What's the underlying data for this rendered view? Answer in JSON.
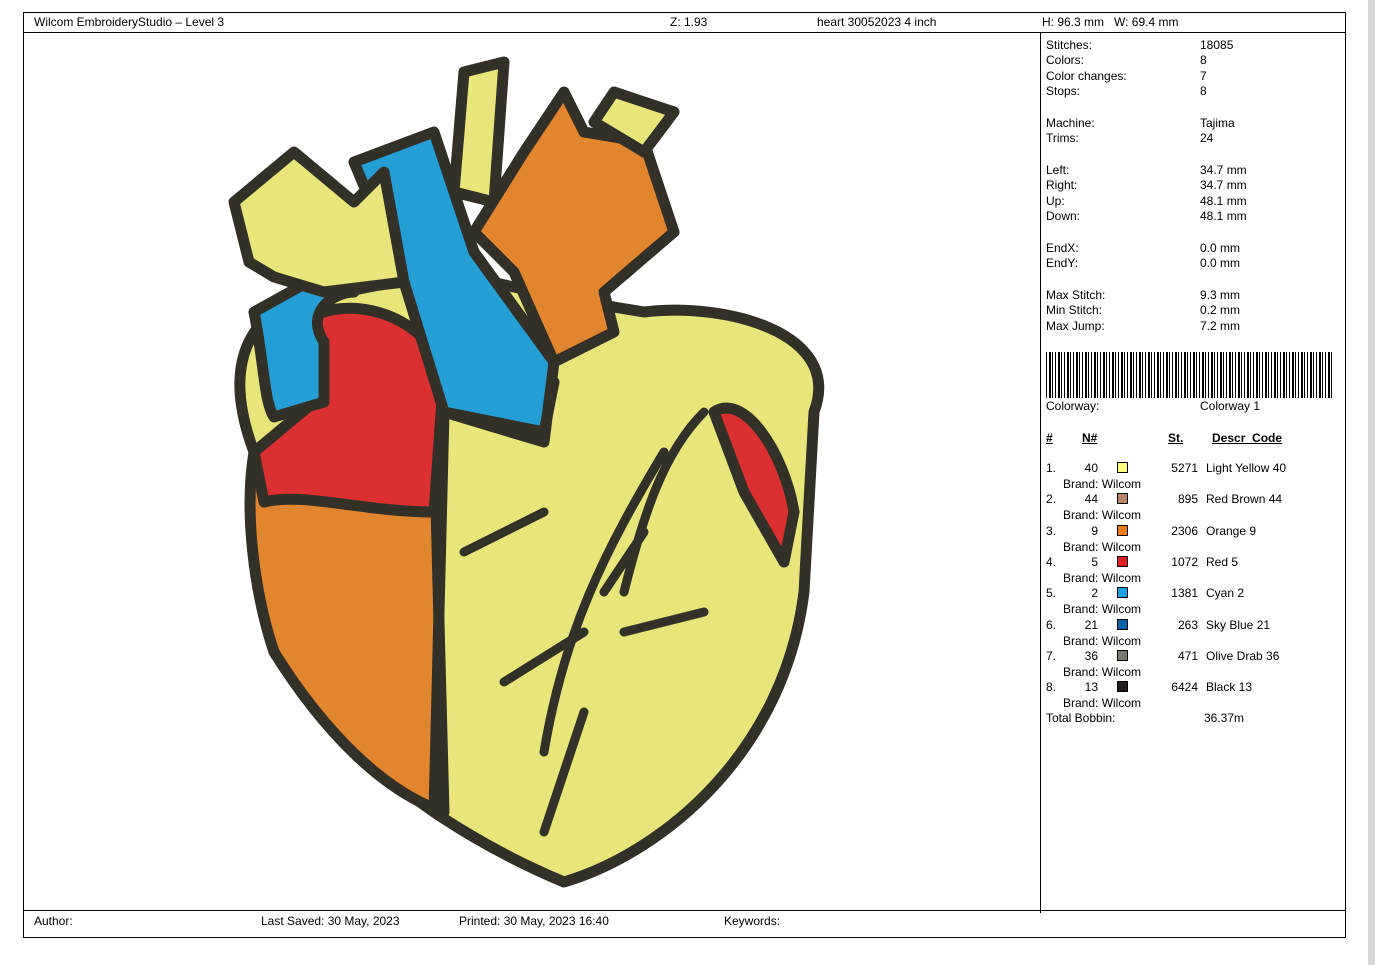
{
  "header": {
    "title": "Wilcom EmbroideryStudio – Level 3",
    "zoom": "Z: 1.93",
    "design_name": "heart 30052023 4 inch",
    "dimensions": "H: 96.3 mm   W: 69.4 mm"
  },
  "stats": [
    {
      "label": "Stitches:",
      "value": "18085"
    },
    {
      "label": "Colors:",
      "value": "8"
    },
    {
      "label": "Color changes:",
      "value": "7"
    },
    {
      "label": "Stops:",
      "value": "8"
    },
    {
      "label": "Machine:",
      "value": "Tajima"
    },
    {
      "label": "Trims:",
      "value": "24"
    },
    {
      "label": "Left:",
      "value": "34.7 mm"
    },
    {
      "label": "Right:",
      "value": "34.7 mm"
    },
    {
      "label": "Up:",
      "value": "48.1 mm"
    },
    {
      "label": "Down:",
      "value": "48.1 mm"
    },
    {
      "label": "EndX:",
      "value": "0.0 mm"
    },
    {
      "label": "EndY:",
      "value": "0.0 mm"
    },
    {
      "label": "Max Stitch:",
      "value": "9.3 mm"
    },
    {
      "label": "Min Stitch:",
      "value": "0.2 mm"
    },
    {
      "label": "Max Jump:",
      "value": "7.2 mm"
    }
  ],
  "colorway": {
    "label": "Colorway:",
    "value": "Colorway 1"
  },
  "table": {
    "headers": {
      "num": "#",
      "n": "N#",
      "st": "St.",
      "descr": "Descr_Code"
    },
    "rows": [
      {
        "idx": "1.",
        "n": "40",
        "color": "#ffff80",
        "st": "5271",
        "descr": "Light Yellow 40",
        "brand": "Brand: Wilcom"
      },
      {
        "idx": "2.",
        "n": "44",
        "color": "#b88566",
        "st": "895",
        "descr": "Red Brown 44",
        "brand": "Brand: Wilcom"
      },
      {
        "idx": "3.",
        "n": "9",
        "color": "#ea7c1c",
        "st": "2306",
        "descr": "Orange 9",
        "brand": "Brand: Wilcom"
      },
      {
        "idx": "4.",
        "n": "5",
        "color": "#e02020",
        "st": "1072",
        "descr": "Red 5",
        "brand": "Brand: Wilcom"
      },
      {
        "idx": "5.",
        "n": "2",
        "color": "#1a9ee6",
        "st": "1381",
        "descr": "Cyan 2",
        "brand": "Brand: Wilcom"
      },
      {
        "idx": "6.",
        "n": "21",
        "color": "#0a64a8",
        "st": "263",
        "descr": "Sky Blue 21",
        "brand": "Brand: Wilcom"
      },
      {
        "idx": "7.",
        "n": "36",
        "color": "#7a7a6e",
        "st": "471",
        "descr": "Olive Drab 36",
        "brand": "Brand: Wilcom"
      },
      {
        "idx": "8.",
        "n": "13",
        "color": "#231e1c",
        "st": "6424",
        "descr": "Black 13",
        "brand": "Brand: Wilcom"
      }
    ],
    "total_label": "Total Bobbin:",
    "total_value": "36.37m"
  },
  "footer": {
    "author": "Author:",
    "last_saved": "Last Saved: 30 May, 2023",
    "printed": "Printed: 30 May, 2023 16:40",
    "keywords": "Keywords:"
  }
}
